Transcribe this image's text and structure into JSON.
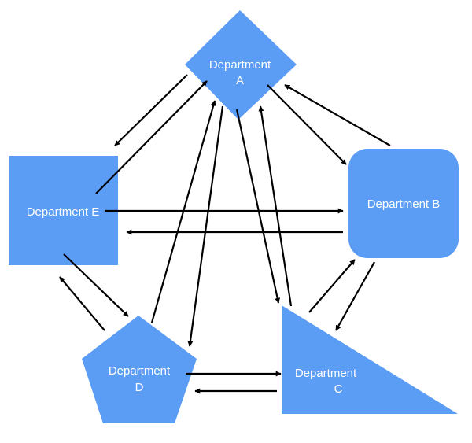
{
  "colors": {
    "shape_fill": "#5b9cf5",
    "arrow": "#000000",
    "label_text": "#ffffff",
    "background": "#ffffff"
  },
  "nodes": {
    "a": {
      "shape": "diamond",
      "label_line1": "Department",
      "label_line2": "A"
    },
    "b": {
      "shape": "rounded-square",
      "label_line1": "Department B"
    },
    "c": {
      "shape": "right-triangle",
      "label_line1": "Department",
      "label_line2": "C"
    },
    "d": {
      "shape": "pentagon",
      "label_line1": "Department",
      "label_line2": "D"
    },
    "e": {
      "shape": "square",
      "label_line1": "Department E"
    }
  },
  "edges": [
    {
      "from": "A",
      "to": "E"
    },
    {
      "from": "E",
      "to": "A"
    },
    {
      "from": "A",
      "to": "B"
    },
    {
      "from": "B",
      "to": "A"
    },
    {
      "from": "A",
      "to": "C"
    },
    {
      "from": "C",
      "to": "A"
    },
    {
      "from": "A",
      "to": "D"
    },
    {
      "from": "D",
      "to": "A"
    },
    {
      "from": "E",
      "to": "B"
    },
    {
      "from": "B",
      "to": "E"
    },
    {
      "from": "E",
      "to": "D"
    },
    {
      "from": "D",
      "to": "E"
    },
    {
      "from": "B",
      "to": "C"
    },
    {
      "from": "C",
      "to": "B"
    },
    {
      "from": "D",
      "to": "C"
    },
    {
      "from": "C",
      "to": "D"
    }
  ]
}
